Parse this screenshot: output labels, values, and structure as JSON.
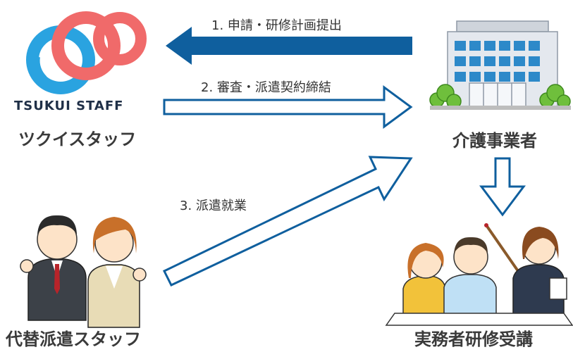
{
  "logo": {
    "wordmark": "TSUKUI STAFF"
  },
  "nodes": {
    "tsukui_staff": "ツクイスタッフ",
    "care_provider": "介護事業者",
    "substitute_staff": "代替派遣スタッフ",
    "training": "実務者研修受講"
  },
  "arrows": {
    "step1": "1. 申請・研修計画提出",
    "step2": "2. 審査・派遣契約締結",
    "step3": "3. 派遣就業"
  },
  "colors": {
    "arrow_blue": "#0f5f9e",
    "logo_blue": "#2aa3e0",
    "logo_red": "#f06a6a",
    "logo_text": "#1f2f47",
    "building": "#d9dde3",
    "window": "#2d89c9",
    "tree": "#6fbf3c"
  }
}
